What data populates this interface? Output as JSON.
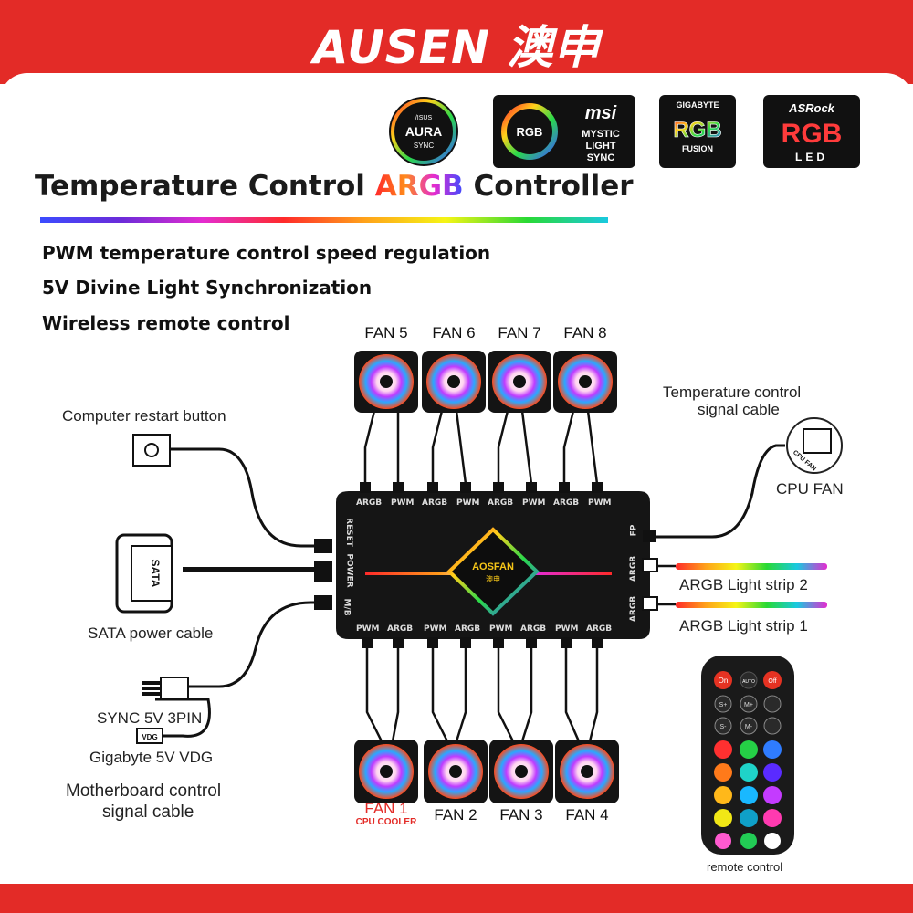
{
  "brand": {
    "title": "AUSEN 澳申"
  },
  "logos": {
    "asus": {
      "line1": "AURA",
      "line2": "SYNC",
      "top": "/ISUS"
    },
    "msi": {
      "brand": "msi",
      "line1": "MYSTIC",
      "line2": "LIGHT",
      "line3": "SYNC",
      "badge": "RGB"
    },
    "gigabyte": {
      "brand": "GIGABYTE",
      "line1": "RGB",
      "line2": "FUSION"
    },
    "asrock": {
      "brand": "ASRock",
      "line1": "RGB",
      "line2": "LED"
    }
  },
  "heading": {
    "part1": "Temperature Control ",
    "highlight": "ARGB",
    "part2": " Controller"
  },
  "features": [
    "PWM temperature control speed regulation",
    "5V Divine Light Synchronization",
    "Wireless remote control"
  ],
  "fans_top": [
    "FAN 5",
    "FAN 6",
    "FAN 7",
    "FAN 8"
  ],
  "fans_bottom": [
    "FAN 2",
    "FAN 3",
    "FAN 4"
  ],
  "fan1": {
    "label": "FAN 1",
    "sub": "CPU COOLER"
  },
  "labels": {
    "restart": "Computer restart button",
    "temp_cable_1": "Temperature control",
    "temp_cable_2": "signal cable",
    "cpu_fan": "CPU FAN",
    "cpu_fan_icon": "CPU FAN",
    "argb2": "ARGB Light strip 2",
    "argb1": "ARGB Light strip 1",
    "sata": "SATA power cable",
    "sata_plug": "SATA",
    "sync": "SYNC 5V 3PIN",
    "vdg_plug": "VDG",
    "gigabyte_vdg": "Gigabyte 5V VDG",
    "mb_cable_1": "Motherboard control",
    "mb_cable_2": "signal cable",
    "remote": "remote control"
  },
  "hub": {
    "logo": "AOSFAN",
    "logo_sub": "澳申",
    "top_ports": [
      "ARGB",
      "PWM",
      "ARGB",
      "PWM",
      "ARGB",
      "PWM",
      "ARGB",
      "PWM"
    ],
    "bottom_ports": [
      "PWM",
      "ARGB",
      "PWM",
      "ARGB",
      "PWM",
      "ARGB",
      "PWM",
      "ARGB"
    ],
    "left_ports": [
      "RESET",
      "POWER",
      "M/B"
    ],
    "right_ports": [
      "FP",
      "ARGB",
      "ARGB"
    ]
  },
  "remote": {
    "on": "On",
    "auto": "AUTO",
    "off": "Off",
    "s_plus": "S+",
    "m_plus": "M+",
    "s_minus": "S-",
    "m_minus": "M-"
  },
  "colors": {
    "brand_red": "#e32b27",
    "hub": "#151515",
    "highlight_gradient": "rainbow"
  }
}
